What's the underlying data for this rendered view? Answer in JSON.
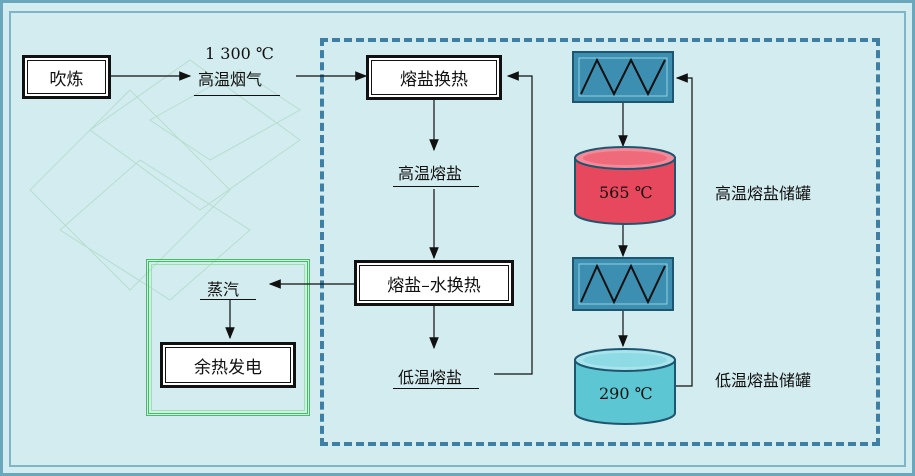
{
  "nodes": {
    "blowing": "吹炼",
    "flue_temp": "1 300 ℃",
    "flue_name": "高温烟气",
    "salt_exchange": "熔盐换热",
    "hot_salt": "高温熔盐",
    "salt_water_exchange": "熔盐–水换热",
    "cold_salt": "低温熔盐",
    "steam": "蒸汽",
    "power": "余热发电"
  },
  "tanks": {
    "hot": {
      "temp": "565 ℃",
      "label": "高温熔盐储罐"
    },
    "cold": {
      "temp": "290 ℃",
      "label": "低温熔盐储罐"
    }
  },
  "colors": {
    "hot_tank": "#e8485e",
    "cold_tank": "#5cc6d2",
    "heat_exchanger": "#3c8fb1",
    "dash": "#3f7fa3",
    "green": "#3fc25a"
  }
}
